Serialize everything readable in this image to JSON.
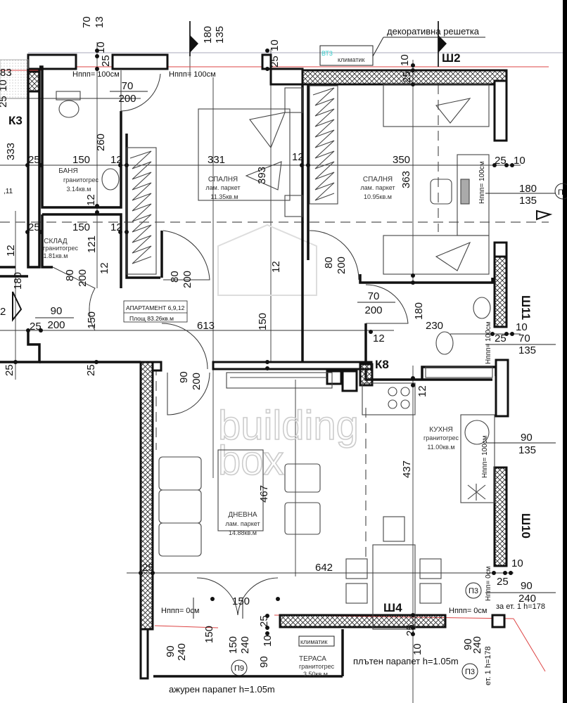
{
  "plan": {
    "apartment_title": "АПАРТАМЕНТ 6,9,12",
    "apartment_area": "Площ  83.26кв.м",
    "watermark_line1": "building",
    "watermark_line2": "box",
    "annotations": {
      "decorative_grille": "декоративна решетка",
      "ac_top": "климатик",
      "ac_bottom": "климатик",
      "vt3": "ВТ3",
      "solid_parapet": "плътен парапет h=1.05m",
      "open_parapet": "ажурен парапет h=1.05m",
      "floor1_height_a": "за ет. 1 h=178",
      "floor1_height_b": "ет. 1 h=178"
    },
    "axes": {
      "sh2": "Ш2",
      "sh4": "Ш4",
      "sh10": "Ш10",
      "sh11": "Ш11",
      "k3": "К3",
      "k8": "К8"
    },
    "rooms": [
      {
        "id": "bathroom",
        "name": "БАНЯ",
        "finish": "гранитогрес",
        "area": "3.14кв.м"
      },
      {
        "id": "storage",
        "name": "СКЛАД",
        "finish": "гранитогрес",
        "area": "1.81кв.м"
      },
      {
        "id": "bedroom1",
        "name": "СПАЛНЯ",
        "finish": "лам. паркет",
        "area": "11.35кв.м"
      },
      {
        "id": "bedroom2",
        "name": "СПАЛНЯ",
        "finish": "лам. паркет",
        "area": "10.95кв.м"
      },
      {
        "id": "living",
        "name": "ДНЕВНА",
        "finish": "лам. паркет",
        "area": "14.88кв.м"
      },
      {
        "id": "kitchen",
        "name": "КУХНЯ",
        "finish": "гранитогрес",
        "area": "11.00кв.м"
      },
      {
        "id": "terrace",
        "name": "ТЕРАСА",
        "finish": "гранитогрес",
        "area": "3.50кв.м"
      }
    ],
    "window_sill_labels": {
      "h100a": "Нппп= 100см",
      "h100b": "Нппп= 100см",
      "h100c": "Нппп= 100см",
      "h100d": "Нппп= 100см",
      "h100e": "Нппп= 100см",
      "h0a": "Нппп= 0см",
      "h0b": "Нппп= 0см",
      "h0c": "Нппп= 0см"
    },
    "window_tags": {
      "p9": "П9",
      "p3a": "П3",
      "p3b": "П3",
      "p_right": "П"
    },
    "dimensions": {
      "bath_door_w": "70",
      "bath_door_h": "200",
      "top_180": "180",
      "top_135": "135",
      "top_70": "70",
      "top_13": "13",
      "top_10a": "10",
      "top_25a": "25",
      "top_10b": "10",
      "top_25b": "25",
      "left_333": "333",
      "left_83": "83",
      "left_10": "10",
      "left_25": "25",
      "bath_150": "150",
      "bath_25": "25",
      "bath_12": "12",
      "bath_260": "260",
      "bath_12b": "12",
      "store_150": "150",
      "store_25": "25",
      "store_12": "12",
      "store_121": "121",
      "store_12b": "12",
      "store_door_w": "80",
      "store_door_h": "200",
      "left_12": "12",
      "left_180": "180",
      "left_2": "2",
      "entry_door_w": "90",
      "entry_door_h": "200",
      "entry_25": "25",
      "bed1_331": "331",
      "bed1_393": "393",
      "bed1_12": "12",
      "bed1_door_w": "80",
      "bed1_door_h": "200",
      "bed2_350": "350",
      "bed2_363": "363",
      "bed2_door_w": "80",
      "bed2_door_h": "200",
      "r_25": "25",
      "r_10": "10",
      "r_180": "180",
      "r_135": "135",
      "hall_613": "613",
      "hall_150": "150",
      "hall_12": "12",
      "wc_door_w": "70",
      "wc_door_h": "200",
      "wc_180": "180",
      "wc_230": "230",
      "wc_12": "12",
      "r2_10": "10",
      "r2_25": "25",
      "r2_70": "70",
      "r2_135": "135",
      "k_12": "12",
      "liv_door_w": "90",
      "liv_door_h": "200",
      "k_437": "437",
      "k_90": "90",
      "k_135": "135",
      "liv_467": "467",
      "liv_642": "642",
      "liv_25": "25",
      "r3_10": "10",
      "r3_25": "25",
      "r3_90": "90",
      "r3_240": "240",
      "ter_150": "150",
      "ter_90": "90",
      "ter_240": "240",
      "ter_150v": "150",
      "ter_150b": "150",
      "ter_240b": "240",
      "ter_25": "25",
      "ter_10": "10",
      "ter_90b": "90",
      "sh4_25": "25",
      "sh4_10": "10",
      "b_90": "90",
      "b_240": "240",
      "bl_25": "25",
      "bl_25b": "25"
    }
  }
}
